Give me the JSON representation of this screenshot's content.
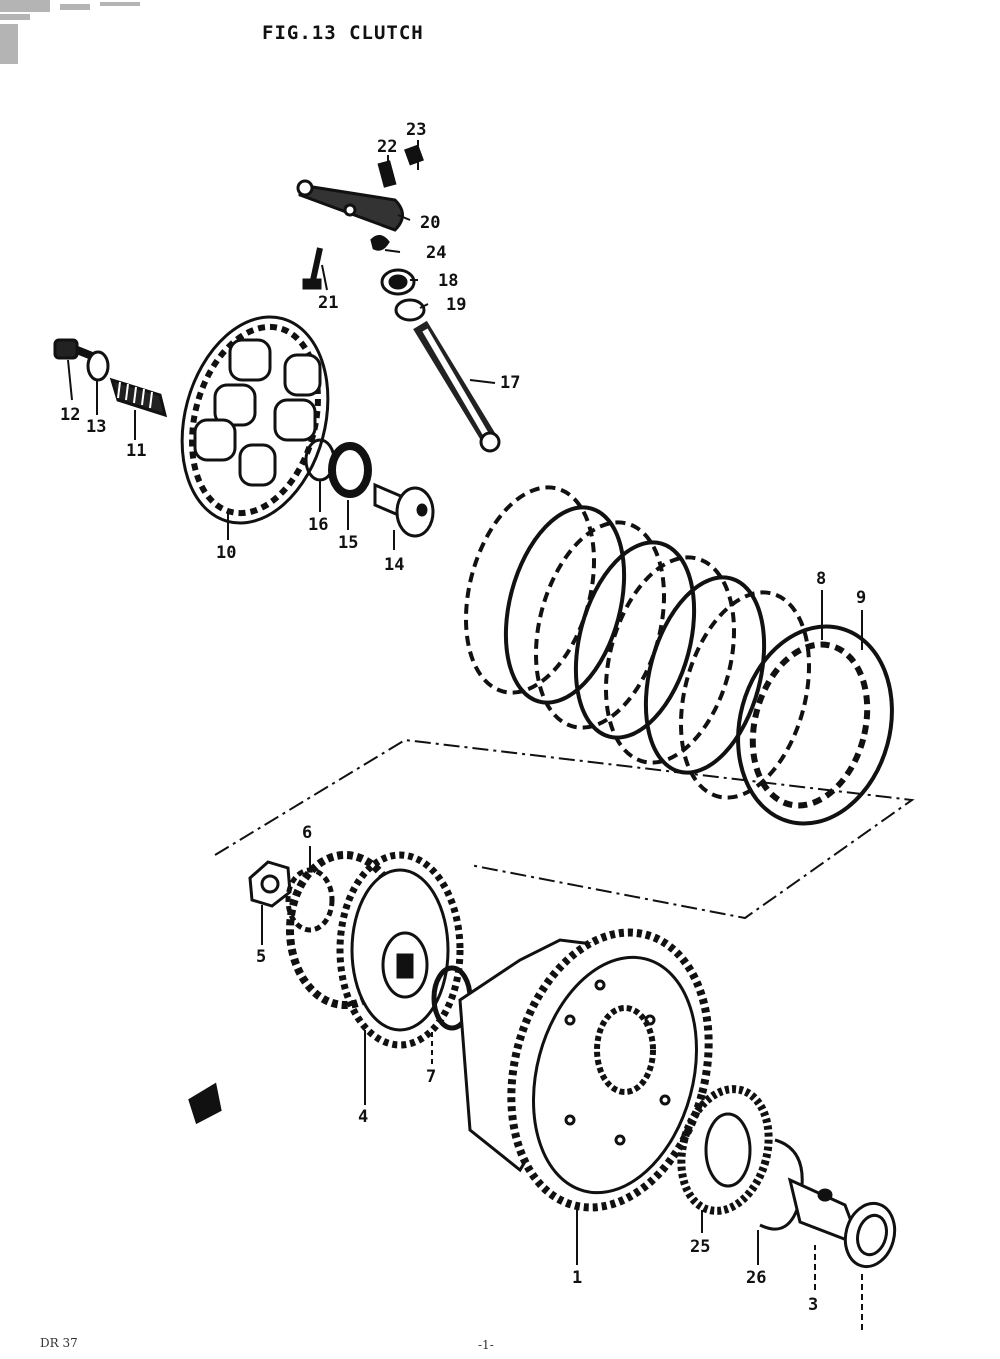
{
  "figure": {
    "title": "FIG.13  CLUTCH"
  },
  "footer": {
    "left_code": "DR 37",
    "page": "-1-"
  },
  "parts": [
    {
      "id": "p1",
      "label": "1"
    },
    {
      "id": "p3",
      "label": "3"
    },
    {
      "id": "p4",
      "label": "4"
    },
    {
      "id": "p5",
      "label": "5"
    },
    {
      "id": "p6",
      "label": "6"
    },
    {
      "id": "p7",
      "label": "7"
    },
    {
      "id": "p8",
      "label": "8"
    },
    {
      "id": "p9",
      "label": "9"
    },
    {
      "id": "p10",
      "label": "10"
    },
    {
      "id": "p11",
      "label": "11"
    },
    {
      "id": "p12",
      "label": "12"
    },
    {
      "id": "p13",
      "label": "13"
    },
    {
      "id": "p14",
      "label": "14"
    },
    {
      "id": "p15",
      "label": "15"
    },
    {
      "id": "p16",
      "label": "16"
    },
    {
      "id": "p17",
      "label": "17"
    },
    {
      "id": "p18",
      "label": "18"
    },
    {
      "id": "p19",
      "label": "19"
    },
    {
      "id": "p20",
      "label": "20"
    },
    {
      "id": "p21",
      "label": "21"
    },
    {
      "id": "p22",
      "label": "22"
    },
    {
      "id": "p23",
      "label": "23"
    },
    {
      "id": "p24",
      "label": "24"
    },
    {
      "id": "p25",
      "label": "25"
    },
    {
      "id": "p26",
      "label": "26"
    }
  ],
  "colors": {
    "ink": "#111111",
    "paper": "#ffffff"
  }
}
